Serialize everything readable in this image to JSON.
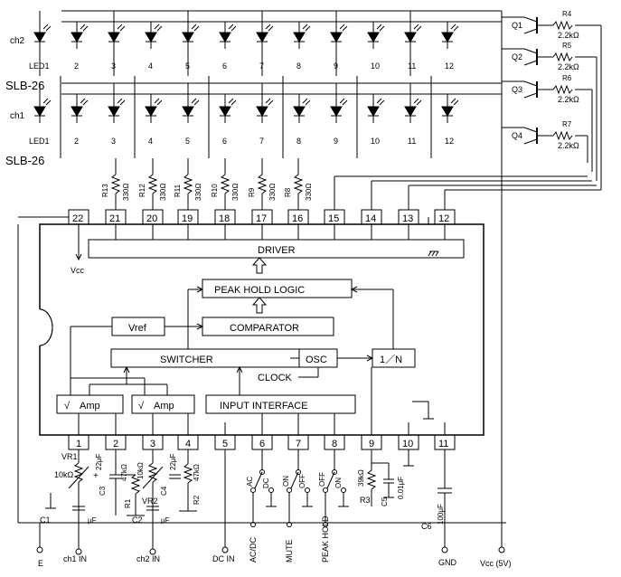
{
  "led_labels": [
    "LED1",
    "2",
    "3",
    "4",
    "5",
    "6",
    "7",
    "8",
    "9",
    "10",
    "11",
    "12"
  ],
  "row1_channel": "ch2",
  "row2_channel": "ch1",
  "bar_label": "SLB-26",
  "top_pins": [
    "22",
    "21",
    "20",
    "19",
    "18",
    "17",
    "16",
    "15",
    "14",
    "13",
    "12"
  ],
  "bottom_pins": [
    "1",
    "2",
    "3",
    "4",
    "5",
    "6",
    "7",
    "8",
    "9",
    "10",
    "11"
  ],
  "resistors_top": [
    {
      "name": "R13",
      "value": "330Ω"
    },
    {
      "name": "R12",
      "value": "330Ω"
    },
    {
      "name": "R11",
      "value": "330Ω"
    },
    {
      "name": "R10",
      "value": "330Ω"
    },
    {
      "name": "R9",
      "value": "330Ω"
    },
    {
      "name": "R8",
      "value": "330Ω"
    }
  ],
  "transistors": [
    {
      "name": "Q1",
      "res": "R4",
      "val": "2.2kΩ"
    },
    {
      "name": "Q2",
      "res": "R5",
      "val": "2.2kΩ"
    },
    {
      "name": "Q3",
      "res": "R6",
      "val": "2.2kΩ"
    },
    {
      "name": "Q4",
      "res": "R7",
      "val": "2.2kΩ"
    }
  ],
  "blocks": {
    "driver": "DRIVER",
    "peak": "PEAK HOLD LOGIC",
    "vref": "Vref",
    "comparator": "COMPARATOR",
    "switcher": "SWITCHER",
    "osc": "OSC",
    "div": "1／N",
    "clock": "CLOCK",
    "amp": "Amp",
    "input": "INPUT INTERFACE"
  },
  "vcc_label": "Vcc",
  "bottom_components": {
    "vr1": "VR1",
    "vr1_val": "10kΩ",
    "vr2": "VR2",
    "vr2_val": "10kΩ",
    "c3": "C3",
    "c3_val": "22μF",
    "c4": "C4",
    "c4_val": "22μF",
    "r1": "R1",
    "r1_val": "47kΩ",
    "r2": "R2",
    "r2_val": "47kΩ",
    "c1": "C1",
    "c2": "C2",
    "uf": "μF",
    "r3": "R3",
    "r3_val": "39kΩ",
    "c5": "C5",
    "c5_val": "0.01μF",
    "c6": "C6",
    "c6_val": "100μF"
  },
  "switches": {
    "ac": "AC",
    "dc": "DC",
    "on1": "ON",
    "off1": "OFF",
    "off2": "OFF",
    "on2": "ON"
  },
  "terminals": [
    "E",
    "ch1 IN",
    "ch2 IN",
    "DC IN",
    "AC/DC",
    "MUTE",
    "PEAK HOLD",
    "GND",
    "Vcc (5V)"
  ]
}
